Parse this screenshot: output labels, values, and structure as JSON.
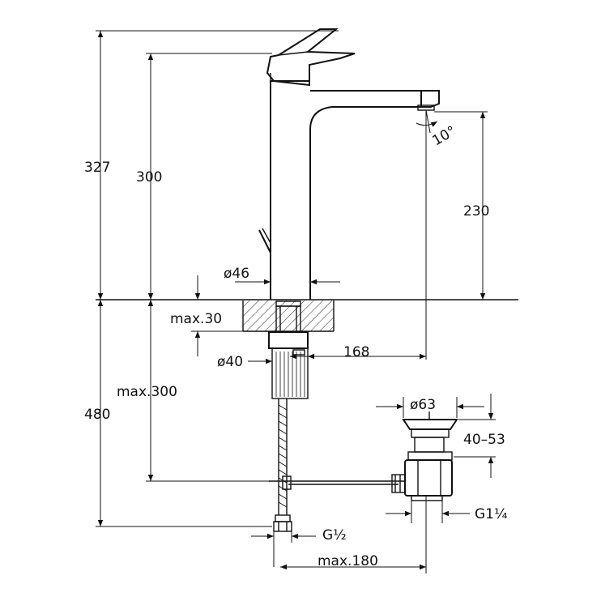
{
  "dimensions": {
    "total_height": "327",
    "spout_height": "300",
    "outlet_height": "230",
    "spout_angle": "10°",
    "body_diameter": "ø46",
    "deck_thickness": "max.30",
    "shank_diameter": "ø40",
    "spout_reach": "168",
    "hose_length_max": "max.300",
    "below_deck": "480",
    "waste_diameter": "ø63",
    "waste_range": "40–53",
    "waste_thread": "G1¼",
    "inlet_thread": "G½",
    "rod_distance": "max.180"
  }
}
